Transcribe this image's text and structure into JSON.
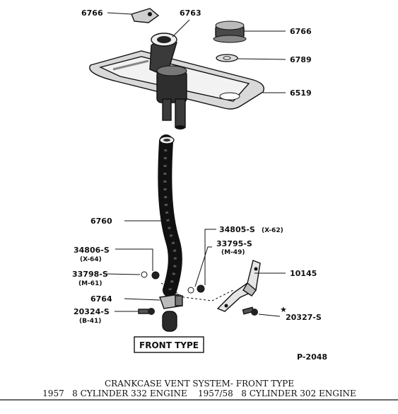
{
  "parts": {
    "p6766_top": "6766",
    "p6763": "6763",
    "p6766_right": "6766",
    "p6789": "6789",
    "p6519": "6519",
    "p6760": "6760",
    "p34805": "34805-S",
    "p34805_sub": "(X-62)",
    "p33795": "33795-S",
    "p33795_sub": "(M-49)",
    "p34806": "34806-S",
    "p34806_sub": "(X-64)",
    "p33798": "33798-S",
    "p33798_sub": "(M-61)",
    "p10145": "10145",
    "p6764": "6764",
    "p20324": "20324-S",
    "p20324_sub": "(B-41)",
    "p20327": "20327-S",
    "p20327_star": "★"
  },
  "front_type": "FRONT TYPE",
  "plate": "P-2048",
  "caption": {
    "line1": "CRANKCASE VENT SYSTEM- FRONT TYPE",
    "line2": "1957   8 CYLINDER 332 ENGINE    1957/58   8 CYLINDER 302 ENGINE"
  }
}
